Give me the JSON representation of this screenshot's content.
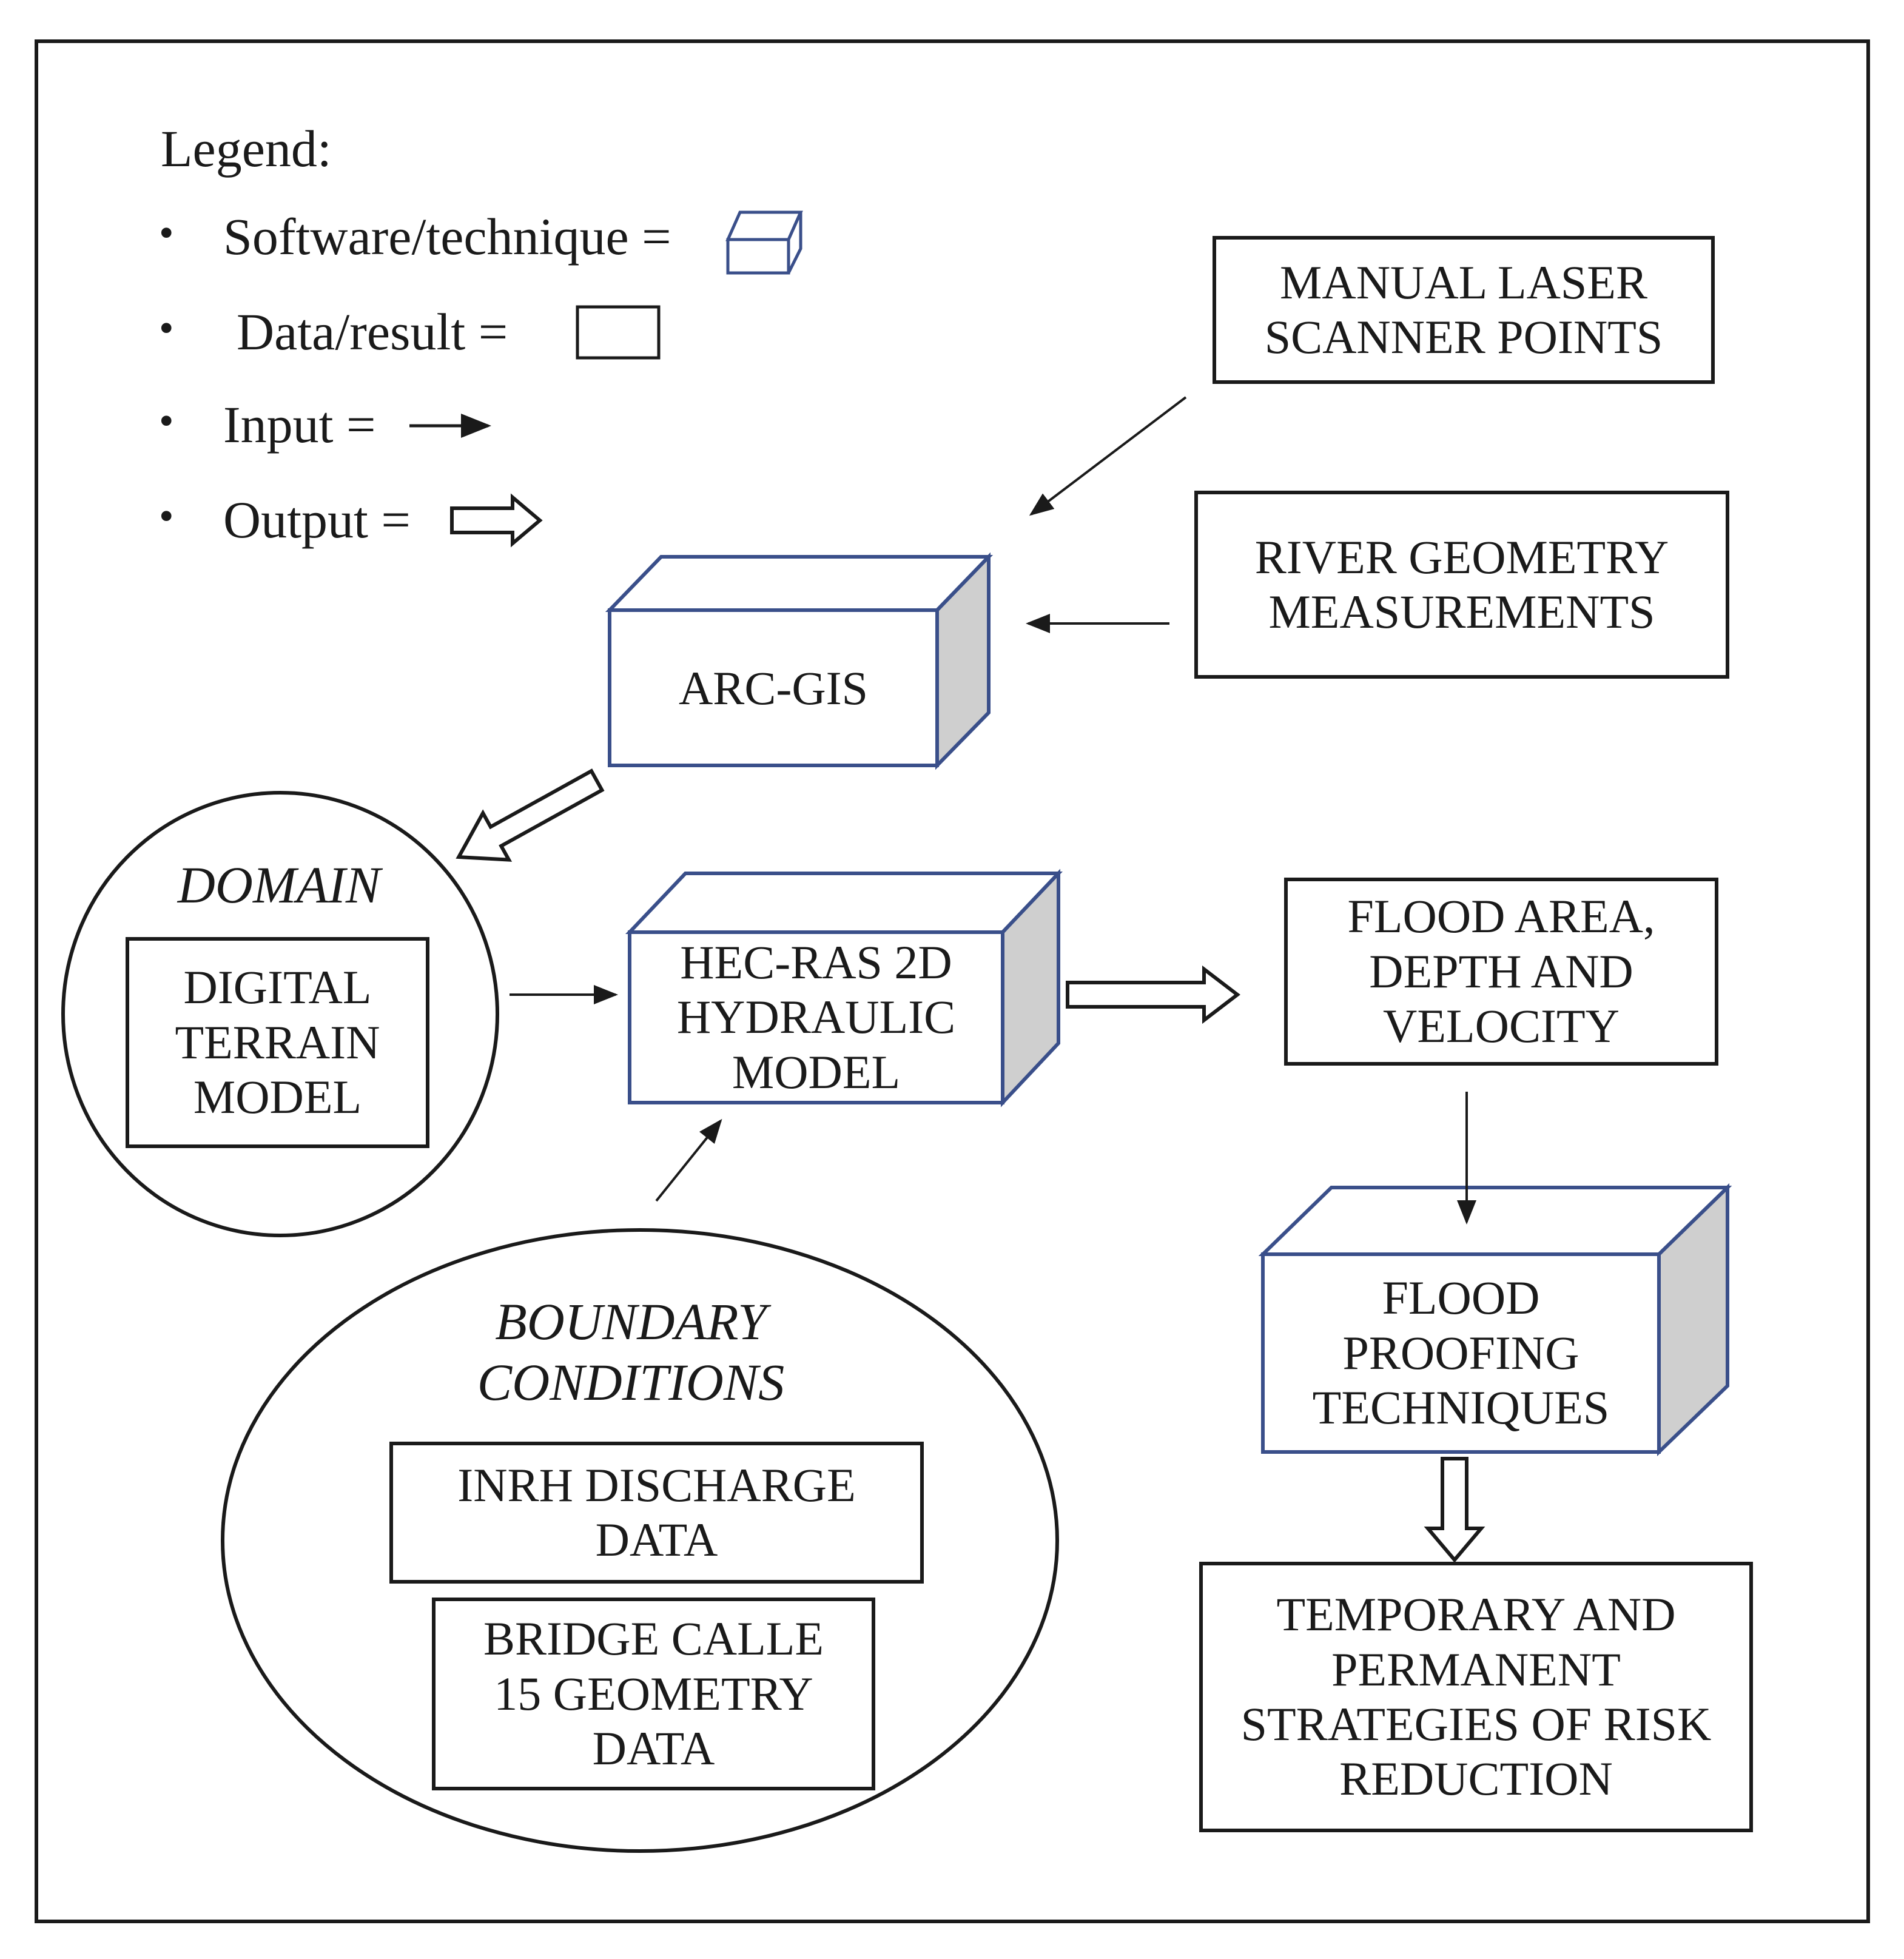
{
  "legend": {
    "title": "Legend:",
    "items": [
      {
        "label": "Software/technique =",
        "symbol": "cube"
      },
      {
        "label": "Data/result =",
        "symbol": "rectangle"
      },
      {
        "label": "Input =",
        "symbol": "thin-arrow"
      },
      {
        "label": "Output =",
        "symbol": "hollow-arrow"
      }
    ]
  },
  "nodes": {
    "manual_laser": {
      "type": "data",
      "lines": [
        "MANUAL LASER",
        "SCANNER POINTS"
      ]
    },
    "river_geometry": {
      "type": "data",
      "lines": [
        "RIVER GEOMETRY",
        "MEASUREMENTS"
      ]
    },
    "arc_gis": {
      "type": "software",
      "lines": [
        "ARC-GIS"
      ]
    },
    "domain": {
      "type": "group",
      "title": "DOMAIN"
    },
    "dtm": {
      "type": "data",
      "lines": [
        "DIGITAL",
        "TERRAIN",
        "MODEL"
      ]
    },
    "hec_ras": {
      "type": "software",
      "lines": [
        "HEC-RAS 2D",
        "HYDRAULIC",
        "MODEL"
      ]
    },
    "flood_area": {
      "type": "data",
      "lines": [
        "FLOOD AREA,",
        "DEPTH AND",
        "VELOCITY"
      ]
    },
    "boundary": {
      "type": "group",
      "title_lines": [
        "BOUNDARY",
        "CONDITIONS"
      ]
    },
    "inrh": {
      "type": "data",
      "lines": [
        "INRH DISCHARGE",
        "DATA"
      ]
    },
    "bridge": {
      "type": "data",
      "lines": [
        "BRIDGE CALLE",
        "15 GEOMETRY",
        "DATA"
      ]
    },
    "flood_proofing": {
      "type": "software",
      "lines": [
        "FLOOD",
        "PROOFING",
        "TECHNIQUES"
      ]
    },
    "strategies": {
      "type": "data",
      "lines": [
        "TEMPORARY AND",
        "PERMANENT",
        "STRATEGIES OF RISK",
        "REDUCTION"
      ]
    }
  },
  "edges": [
    {
      "from": "manual_laser",
      "to": "arc_gis",
      "kind": "input"
    },
    {
      "from": "river_geometry",
      "to": "arc_gis",
      "kind": "input"
    },
    {
      "from": "arc_gis",
      "to": "domain",
      "kind": "output"
    },
    {
      "from": "domain",
      "to": "hec_ras",
      "kind": "input"
    },
    {
      "from": "boundary",
      "to": "hec_ras",
      "kind": "input"
    },
    {
      "from": "hec_ras",
      "to": "flood_area",
      "kind": "output"
    },
    {
      "from": "flood_area",
      "to": "flood_proofing",
      "kind": "input"
    },
    {
      "from": "flood_proofing",
      "to": "strategies",
      "kind": "output"
    }
  ],
  "colors": {
    "software_outline": "#3a4f8a",
    "software_side": "#cfcfcf",
    "line": "#1a1a1a"
  }
}
